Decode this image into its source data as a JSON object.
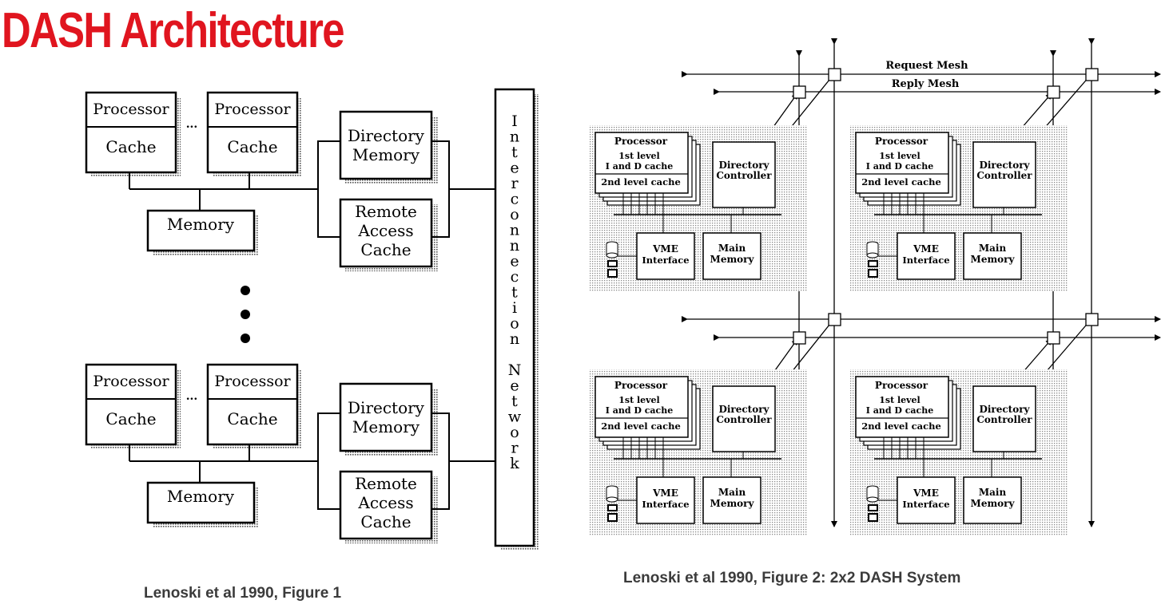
{
  "title": "DASH Architecture",
  "figure1": {
    "caption": "Lenoski et al 1990, Figure 1",
    "processor_label": "Processor",
    "cache_label": "Cache",
    "ellipsis": "...",
    "memory_label": "Memory",
    "directory_label_1": "Directory",
    "directory_label_2": "Memory",
    "rac_label_1": "Remote",
    "rac_label_2": "Access",
    "rac_label_3": "Cache",
    "network_letters": [
      "I",
      "n",
      "t",
      "e",
      "r",
      "c",
      "o",
      "n",
      "n",
      "e",
      "c",
      "t",
      "i",
      "o",
      "n",
      "",
      "N",
      "e",
      "t",
      "w",
      "o",
      "r",
      "k"
    ]
  },
  "figure2": {
    "caption": "Lenoski et al 1990, Figure 2: 2x2 DASH System",
    "request_mesh": "Request Mesh",
    "reply_mesh": "Reply Mesh",
    "processor_label": "Processor",
    "first_level_1": "1st level",
    "first_level_2": "I and D cache",
    "second_level": "2nd level cache",
    "directory_1": "Directory",
    "directory_2": "Controller",
    "vme_1": "VME",
    "vme_2": "Interface",
    "main_1": "Main",
    "main_2": "Memory"
  }
}
